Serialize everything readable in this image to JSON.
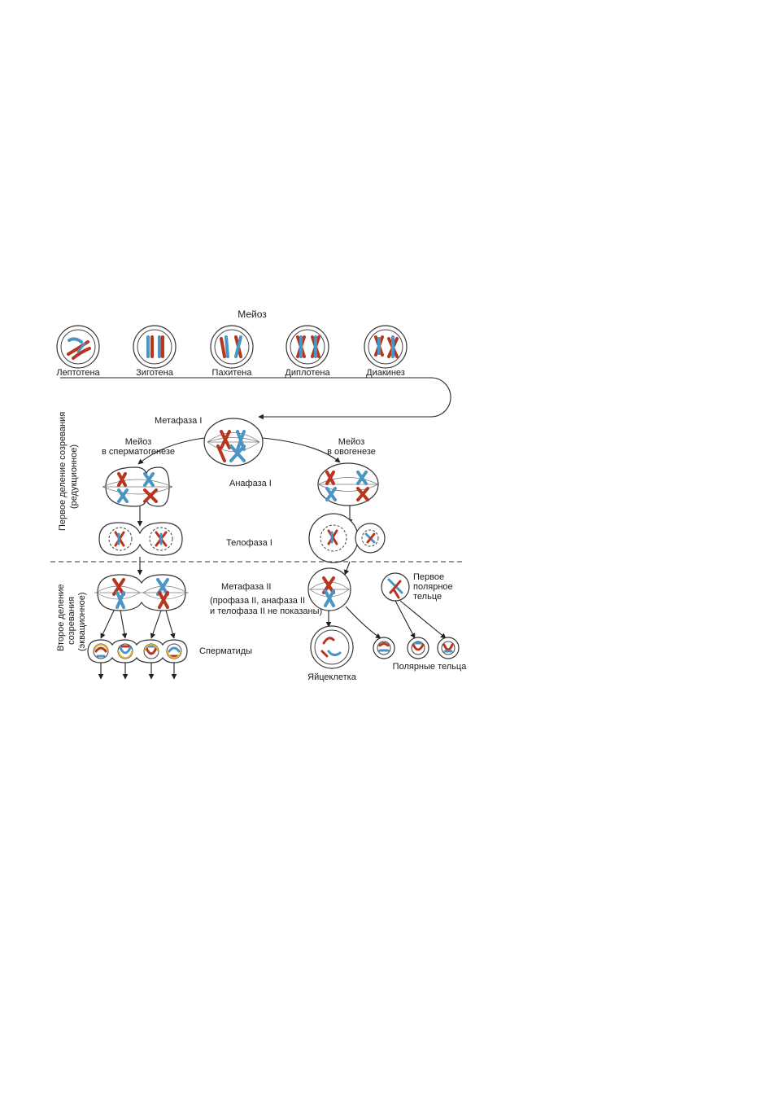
{
  "title": "Мейоз",
  "prophase_stages": [
    "Лептотена",
    "Зиготена",
    "Пахитена",
    "Диплотена",
    "Диакинез"
  ],
  "labels": {
    "metaphase1": "Метафаза  I",
    "meiosis_sperm_1": "Мейоз",
    "meiosis_sperm_2": "в сперматогенезе",
    "meiosis_ovo_1": "Мейоз",
    "meiosis_ovo_2": "в овогенезе",
    "anaphase1": "Анафаза  I",
    "telophase1": "Телофаза  I",
    "metaphase2": "Метафаза  II",
    "metaphase2_note_1": "(профаза II, анафаза II",
    "metaphase2_note_2": "и телофаза II не показаны)",
    "first_polar_1": "Первое",
    "first_polar_2": "полярное",
    "first_polar_3": "тельце",
    "spermatids": "Сперматиды",
    "egg": "Яйцеклетка",
    "polar_bodies": "Полярные тельца"
  },
  "side_labels": {
    "first_division_1": "Первое деление созревания",
    "first_division_2": "(редукционное)",
    "second_division_1": "Второе деление",
    "second_division_2": "созревания",
    "second_division_3": "(эквационное)"
  },
  "colors": {
    "maternal": "#b8351f",
    "paternal": "#4a95c4",
    "centromere": "#e2b43c"
  }
}
